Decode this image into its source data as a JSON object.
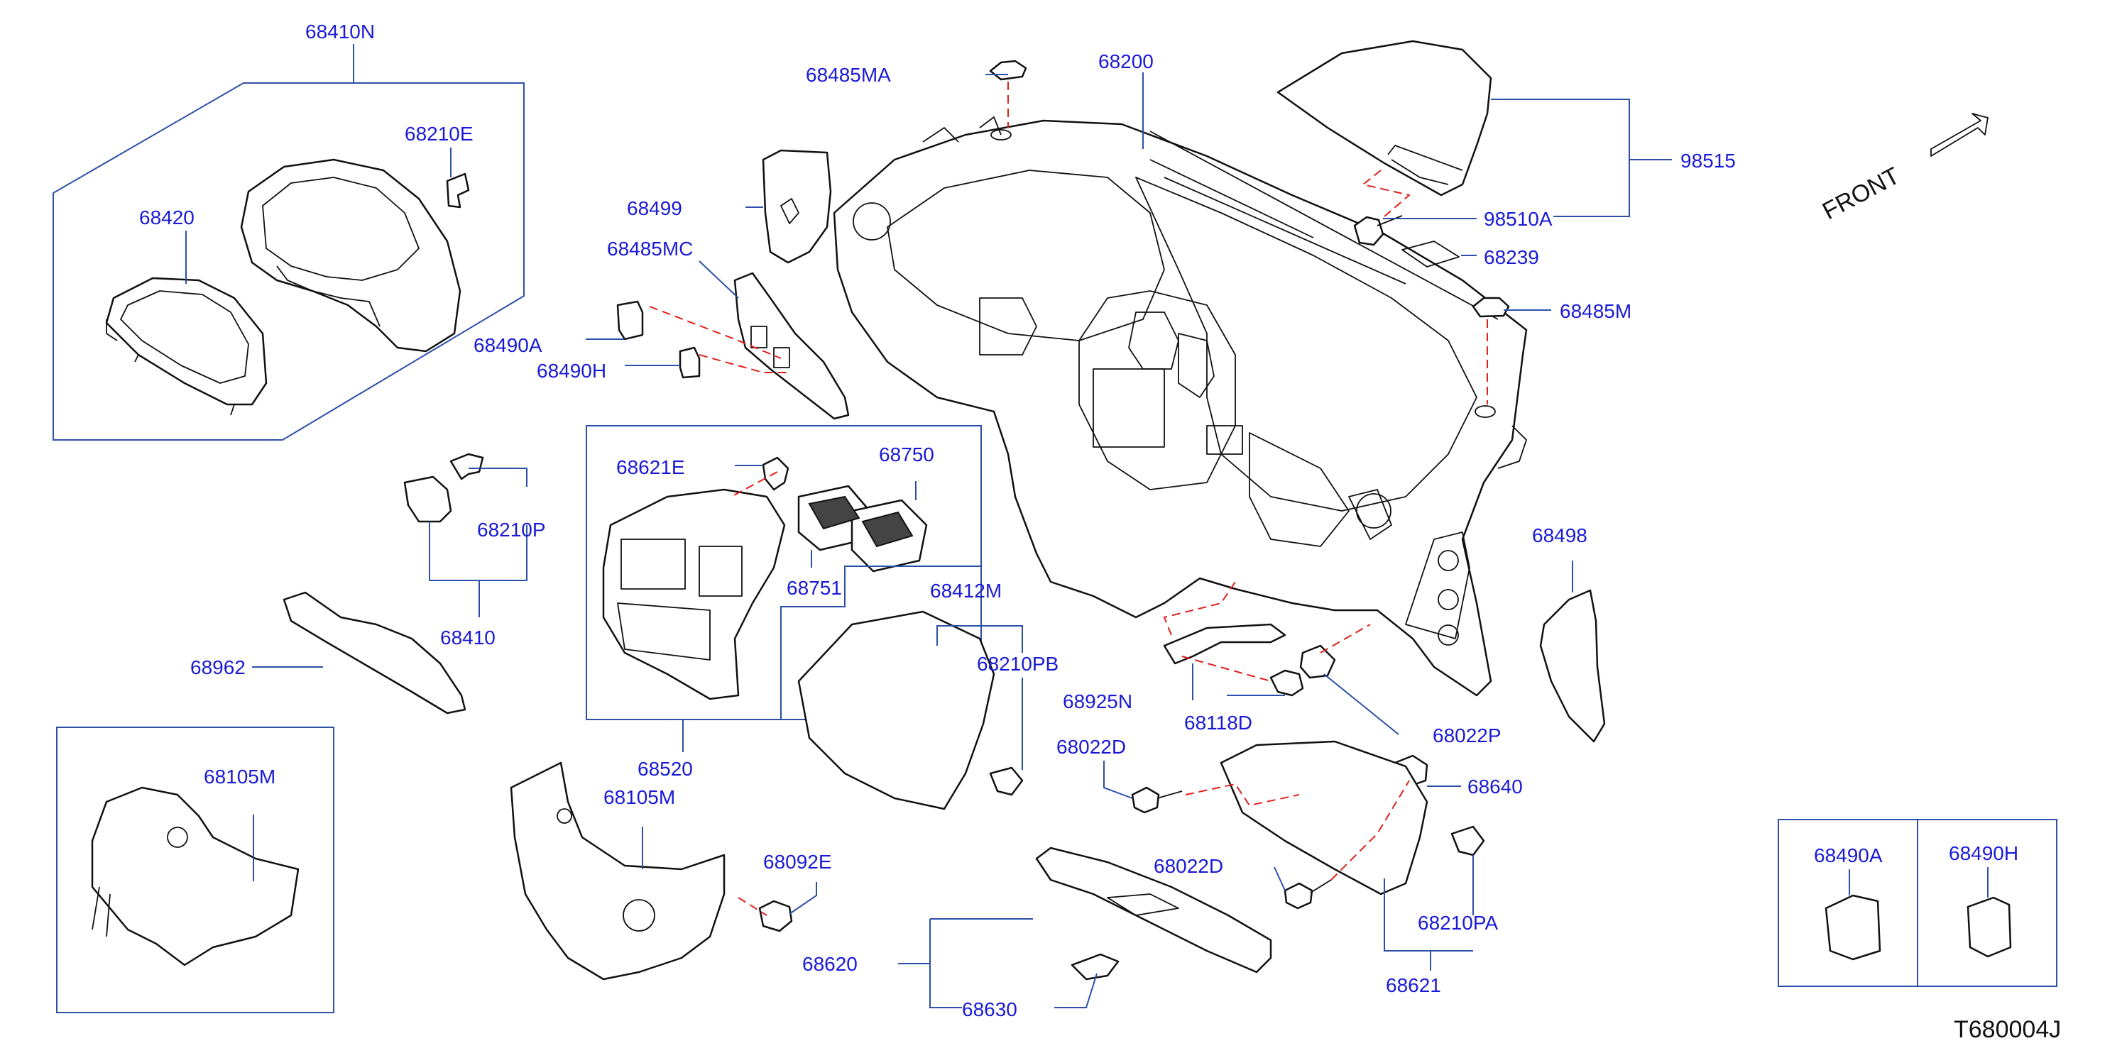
{
  "drawing": {
    "code": "T680004J",
    "front_label": "FRONT"
  },
  "labels": {
    "p68410N": "68410N",
    "p68210E": "68210E",
    "p68420": "68420",
    "p68490A_main": "68490A",
    "p68490H_main": "68490H",
    "p68485MA": "68485MA",
    "p68200": "68200",
    "p68499": "68499",
    "p68485MC": "68485MC",
    "p98515": "98515",
    "p98510A": "98510A",
    "p68239": "68239",
    "p68485M": "68485M",
    "p68621E": "68621E",
    "p68750": "68750",
    "p68751": "68751",
    "p68210P": "68210P",
    "p68410": "68410",
    "p68962": "68962",
    "p68412M": "68412M",
    "p68210PB": "68210PB",
    "p68498": "68498",
    "p68925N": "68925N",
    "p68118D": "68118D",
    "p68022P": "68022P",
    "p68520": "68520",
    "p68105M_box": "68105M",
    "p68105M": "68105M",
    "p68092E": "68092E",
    "p68022D_top": "68022D",
    "p68640": "68640",
    "p68022D_bottom": "68022D",
    "p68210PA": "68210PA",
    "p68620": "68620",
    "p68621": "68621",
    "p68630": "68630",
    "p68490A_inset": "68490A",
    "p68490H_inset": "68490H"
  },
  "colors": {
    "label": "#1a1ad6",
    "leader": "#2c4fa8",
    "dashed": "#e0201c",
    "outline": "#111111"
  }
}
